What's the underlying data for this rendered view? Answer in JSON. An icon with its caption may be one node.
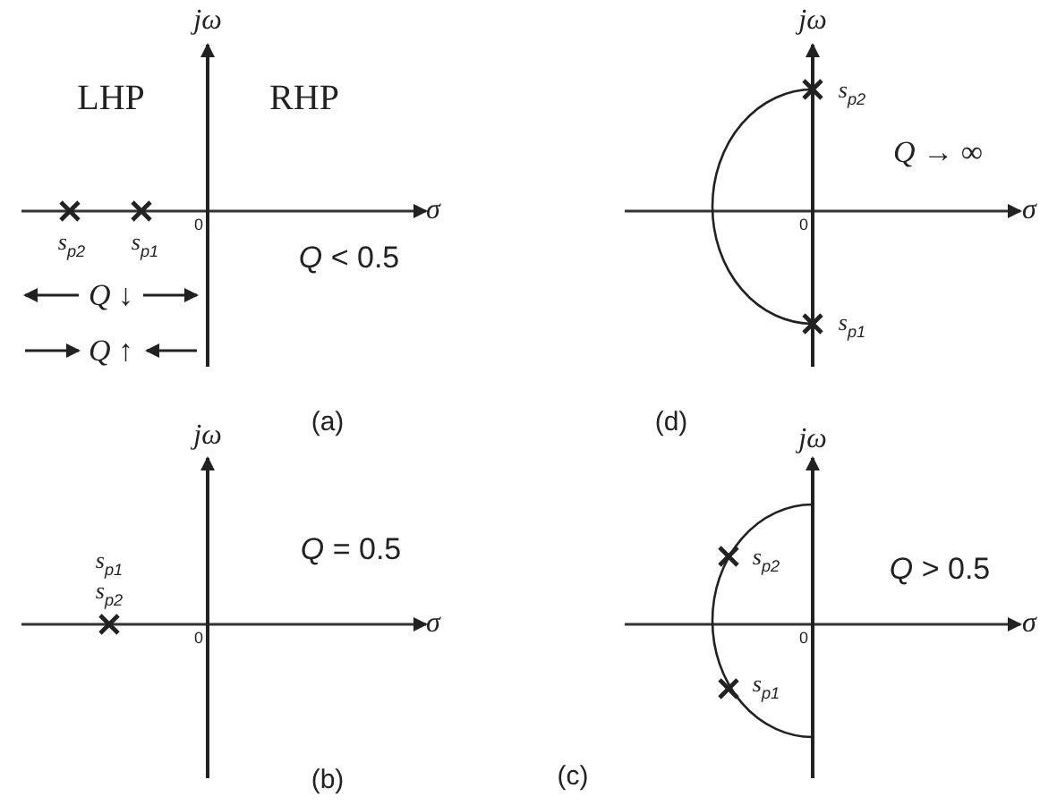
{
  "diagram": {
    "labels": [
      "jω",
      "LHP",
      "RHP",
      "σ",
      "0",
      "*s*$_{p2}$",
      "*s*$_{p1}$",
      "*Q* < 0.5",
      "*Q* ↓",
      "*Q* ↑",
      "(a)",
      "jω",
      "*s*$_{p2}$",
      "*Q* → ∞",
      "σ",
      "0",
      "*s*$_{p1}$",
      "(d)",
      "jω",
      "*Q* = 0.5",
      "*s*$_{p1}$",
      "*s*$_{p2}$",
      "σ",
      "0",
      "(b)",
      "jω",
      "*s*$_{p2}$",
      "*Q* > 0.5",
      "σ",
      "0",
      "*s*$_{p1}$",
      "(c)"
    ]
  }
}
